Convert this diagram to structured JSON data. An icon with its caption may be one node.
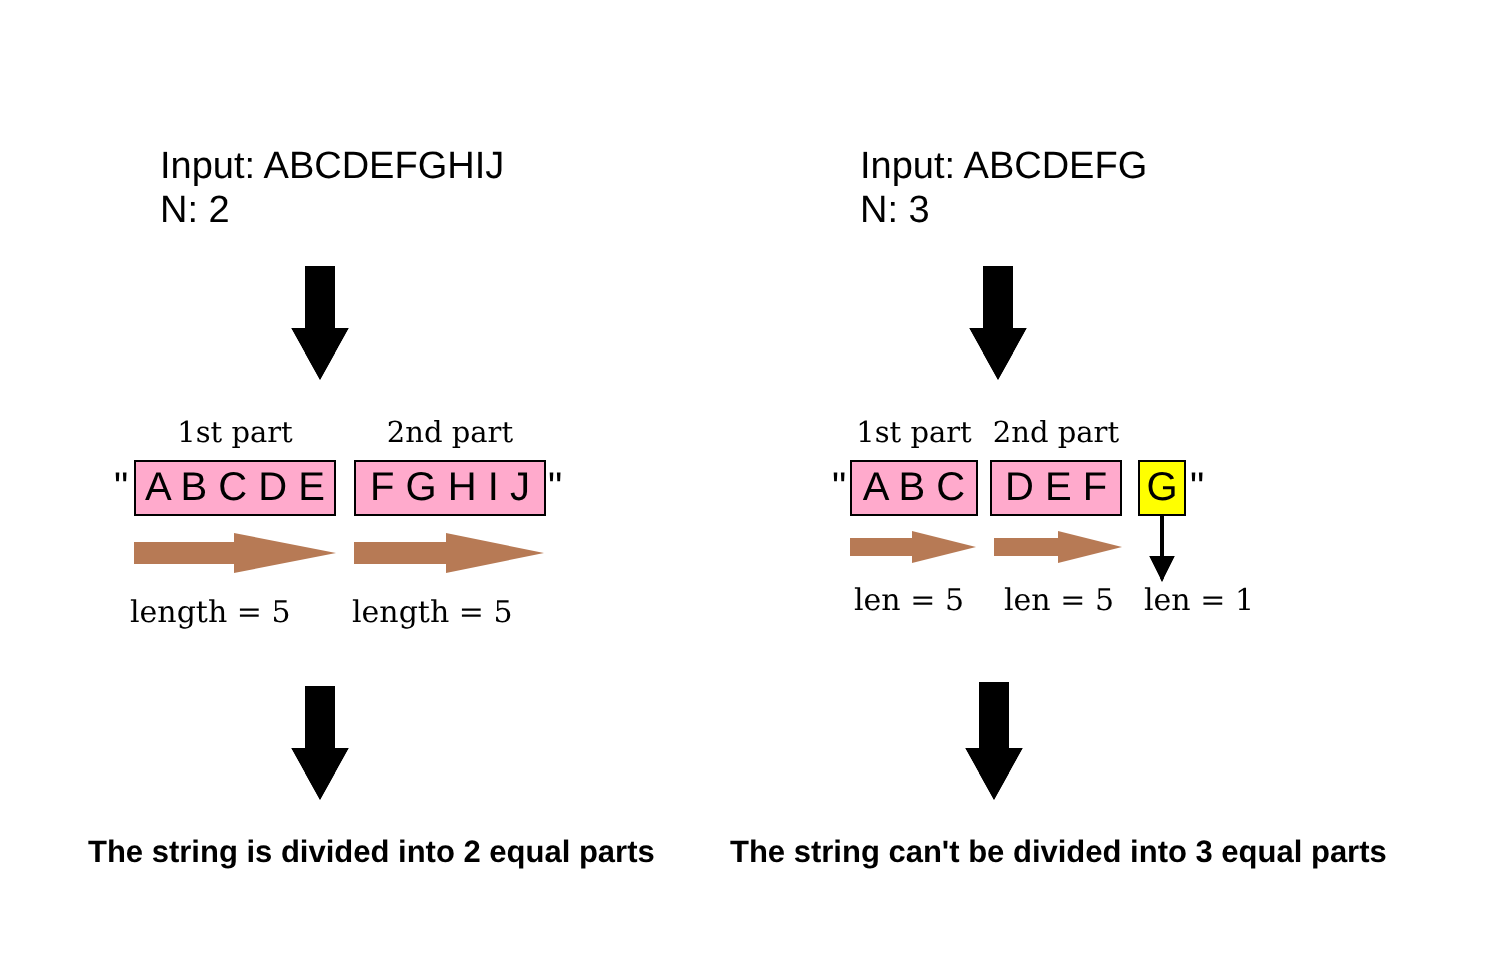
{
  "diagram": {
    "nodes": [
      {
        "text": [
          "Input: ABCDEFGHIJ",
          "N: 2"
        ]
      },
      {
        "text": [
          "Input: ABCDEFG",
          "N: 3"
        ]
      },
      {
        "text": [
          "1st part",
          "A B C D E"
        ]
      },
      {
        "text": [
          "2nd part",
          "F G H I J"
        ]
      },
      {
        "text": [
          "1st part",
          "A B C"
        ]
      },
      {
        "text": [
          "2nd part",
          "D E F"
        ]
      },
      {
        "text": [
          "G"
        ]
      },
      {
        "text": [
          "len = 1"
        ]
      },
      {
        "text": [
          "The string is divided into 2 equal parts"
        ]
      },
      {
        "text": [
          "The string can't be divided into 3 equal parts"
        ]
      }
    ],
    "edges": [
      {
        "from": 0,
        "to": 2,
        "arrow": "to"
      },
      {
        "from": 1,
        "to": 5,
        "arrow": "to"
      },
      {
        "from": 6,
        "to": 7,
        "arrow": "to"
      },
      {
        "from": null,
        "to": 8,
        "arrow": "to"
      },
      {
        "from": null,
        "to": 9,
        "arrow": "to"
      }
    ],
    "labels": [
      "\"",
      "\"",
      "\"",
      "\"",
      "length = 5",
      "length = 5",
      "len = 5",
      "len = 5"
    ]
  }
}
